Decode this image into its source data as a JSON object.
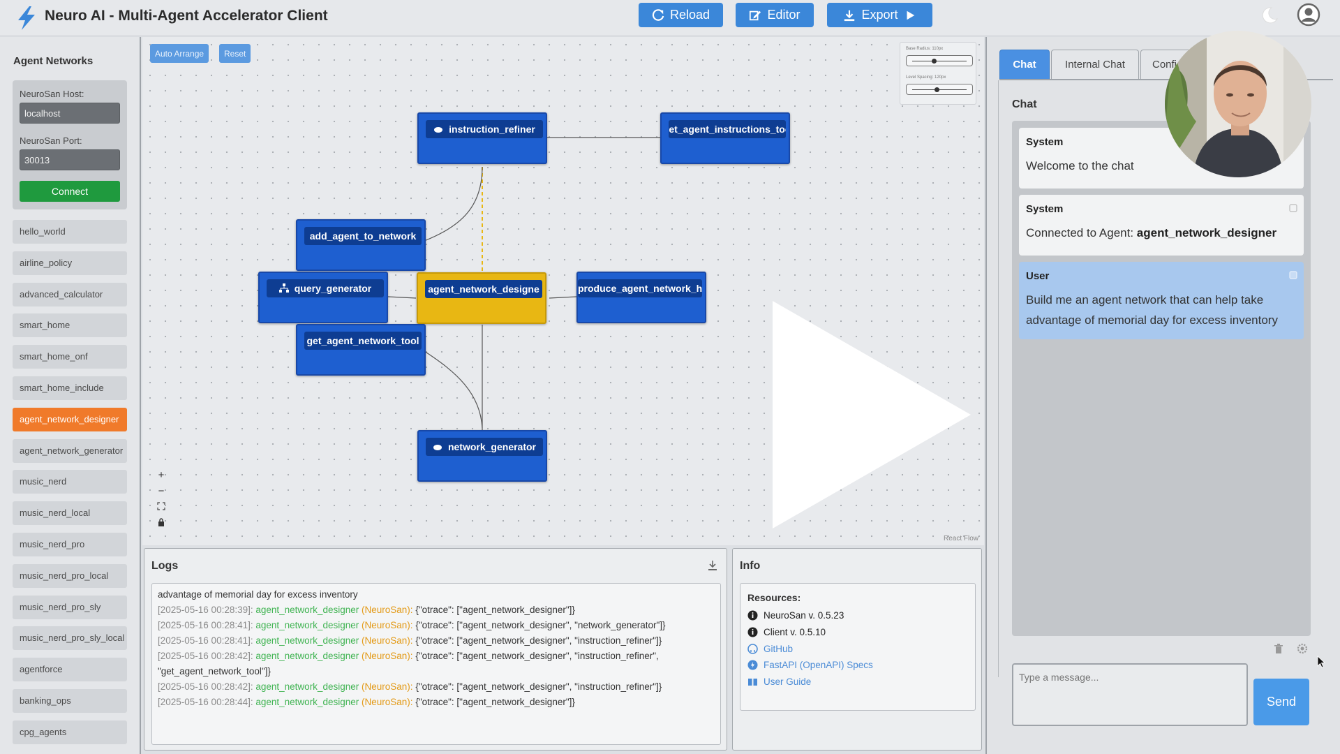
{
  "header": {
    "title": "Neuro AI - Multi-Agent Accelerator Client",
    "buttons": {
      "reload": "Reload",
      "editor": "Editor",
      "export": "Export"
    }
  },
  "sidebar": {
    "heading": "Agent Networks",
    "host_label": "NeuroSan Host:",
    "host_value": "localhost",
    "port_label": "NeuroSan Port:",
    "port_value": "30013",
    "connect_label": "Connect",
    "networks": [
      "hello_world",
      "airline_policy",
      "advanced_calculator",
      "smart_home",
      "smart_home_onf",
      "smart_home_include",
      "agent_network_designer",
      "agent_network_generator",
      "music_nerd",
      "music_nerd_local",
      "music_nerd_pro",
      "music_nerd_pro_local",
      "music_nerd_pro_sly",
      "music_nerd_pro_sly_local",
      "agentforce",
      "banking_ops",
      "cpg_agents"
    ],
    "active_network": "agent_network_designer"
  },
  "canvas": {
    "auto_arrange": "Auto Arrange",
    "reset": "Reset",
    "slider1_label": "Base Radius: 110px",
    "slider2_label": "Level Spacing: 120px",
    "attribution": "React Flow",
    "nodes": {
      "instruction_refiner": "instruction_refiner",
      "set_agent_instructions_tool": "set_agent_instructions_too",
      "add_agent_to_network": "add_agent_to_network",
      "query_generator": "query_generator",
      "agent_network_designer": "agent_network_designe",
      "produce_agent_network_hocon": "produce_agent_network_hoc",
      "get_agent_network_tool": "get_agent_network_tool",
      "network_generator": "network_generator"
    },
    "zoom": {
      "in": "+",
      "out": "−"
    }
  },
  "logs": {
    "title": "Logs",
    "continuation": "advantage of memorial day for excess inventory",
    "entries": [
      {
        "ts": "[2025-05-16 00:28:39]:",
        "agent": "agent_network_designer",
        "src": "(NeuroSan):",
        "msg": "{\"otrace\": [\"agent_network_designer\"]}"
      },
      {
        "ts": "[2025-05-16 00:28:41]:",
        "agent": "agent_network_designer",
        "src": "(NeuroSan):",
        "msg": "{\"otrace\": [\"agent_network_designer\", \"network_generator\"]}"
      },
      {
        "ts": "[2025-05-16 00:28:41]:",
        "agent": "agent_network_designer",
        "src": "(NeuroSan):",
        "msg": "{\"otrace\": [\"agent_network_designer\", \"instruction_refiner\"]}"
      },
      {
        "ts": "[2025-05-16 00:28:42]:",
        "agent": "agent_network_designer",
        "src": "(NeuroSan):",
        "msg": "{\"otrace\": [\"agent_network_designer\", \"instruction_refiner\",",
        "cont": "\"get_agent_network_tool\"]}"
      },
      {
        "ts": "[2025-05-16 00:28:42]:",
        "agent": "agent_network_designer",
        "src": "(NeuroSan):",
        "msg": "{\"otrace\": [\"agent_network_designer\", \"instruction_refiner\"]}"
      },
      {
        "ts": "[2025-05-16 00:28:44]:",
        "agent": "agent_network_designer",
        "src": "(NeuroSan):",
        "msg": "{\"otrace\": [\"agent_network_designer\"]}"
      }
    ]
  },
  "info": {
    "title": "Info",
    "resources_label": "Resources:",
    "neurosan_version": "NeuroSan v. 0.5.23",
    "client_version": "Client v. 0.5.10",
    "github": "GitHub",
    "fastapi": "FastAPI (OpenAPI) Specs",
    "user_guide": "User Guide"
  },
  "chat": {
    "tabs": [
      "Chat",
      "Internal Chat",
      "Confi"
    ],
    "heading": "Chat",
    "messages": [
      {
        "role": "System",
        "text": "Welcome to the chat"
      },
      {
        "role": "System",
        "prefix": "Connected to Agent: ",
        "agent": "agent_network_designer"
      },
      {
        "role": "User",
        "text": "Build me an agent network that can help take advantage of memorial day for excess inventory"
      }
    ],
    "input_placeholder": "Type a message...",
    "send_label": "Send"
  }
}
